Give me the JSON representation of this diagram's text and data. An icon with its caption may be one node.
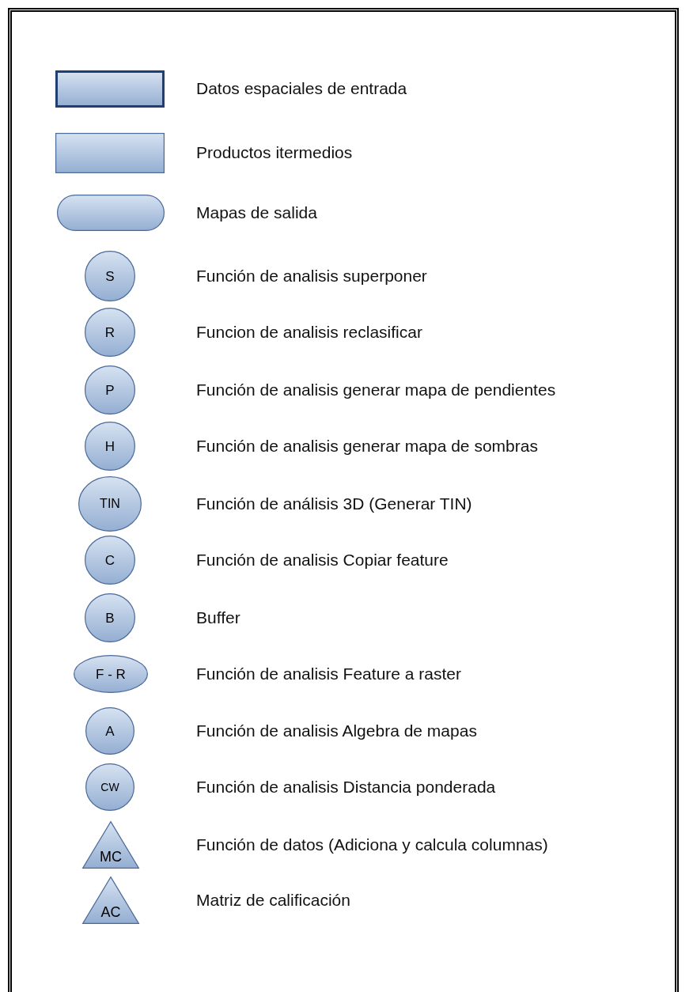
{
  "diagram": {
    "nodes": [
      {
        "text": [],
        "shape": "box",
        "beside": [
          "Datos espaciales de entrada"
        ]
      },
      {
        "text": [],
        "shape": "box",
        "beside": [
          "Productos itermedios"
        ]
      },
      {
        "text": [],
        "shape": "pill",
        "beside": [
          "Mapas de salida"
        ]
      },
      {
        "text": [
          "S"
        ],
        "beside": [
          "Función de analisis superponer"
        ]
      },
      {
        "text": [
          "R"
        ],
        "beside": [
          "Funcion de analisis reclasificar"
        ]
      },
      {
        "text": [
          "P"
        ],
        "beside": [
          "Función de analisis generar mapa de pendientes"
        ]
      },
      {
        "text": [
          "H"
        ],
        "beside": [
          "Función de analisis generar mapa de sombras"
        ]
      },
      {
        "text": [
          "TIN"
        ],
        "beside": [
          "Función de análisis 3D (Generar TIN)"
        ]
      },
      {
        "text": [
          "C"
        ],
        "beside": [
          "Función de analisis Copiar feature"
        ]
      },
      {
        "text": [
          "B"
        ],
        "beside": [
          "Buffer"
        ]
      },
      {
        "text": [
          "F - R"
        ],
        "beside": [
          "Función de analisis Feature a raster"
        ]
      },
      {
        "text": [
          "A"
        ],
        "beside": [
          "Función de analisis Algebra de mapas"
        ]
      },
      {
        "text": [
          "CW"
        ],
        "beside": [
          "Función de analisis Distancia ponderada"
        ]
      },
      {
        "text": [
          "MC"
        ],
        "beside": [
          "Función de datos (Adiciona y calcula columnas)"
        ]
      },
      {
        "text": [
          "AC"
        ],
        "beside": [
          "Matriz de calificación"
        ]
      }
    ]
  }
}
